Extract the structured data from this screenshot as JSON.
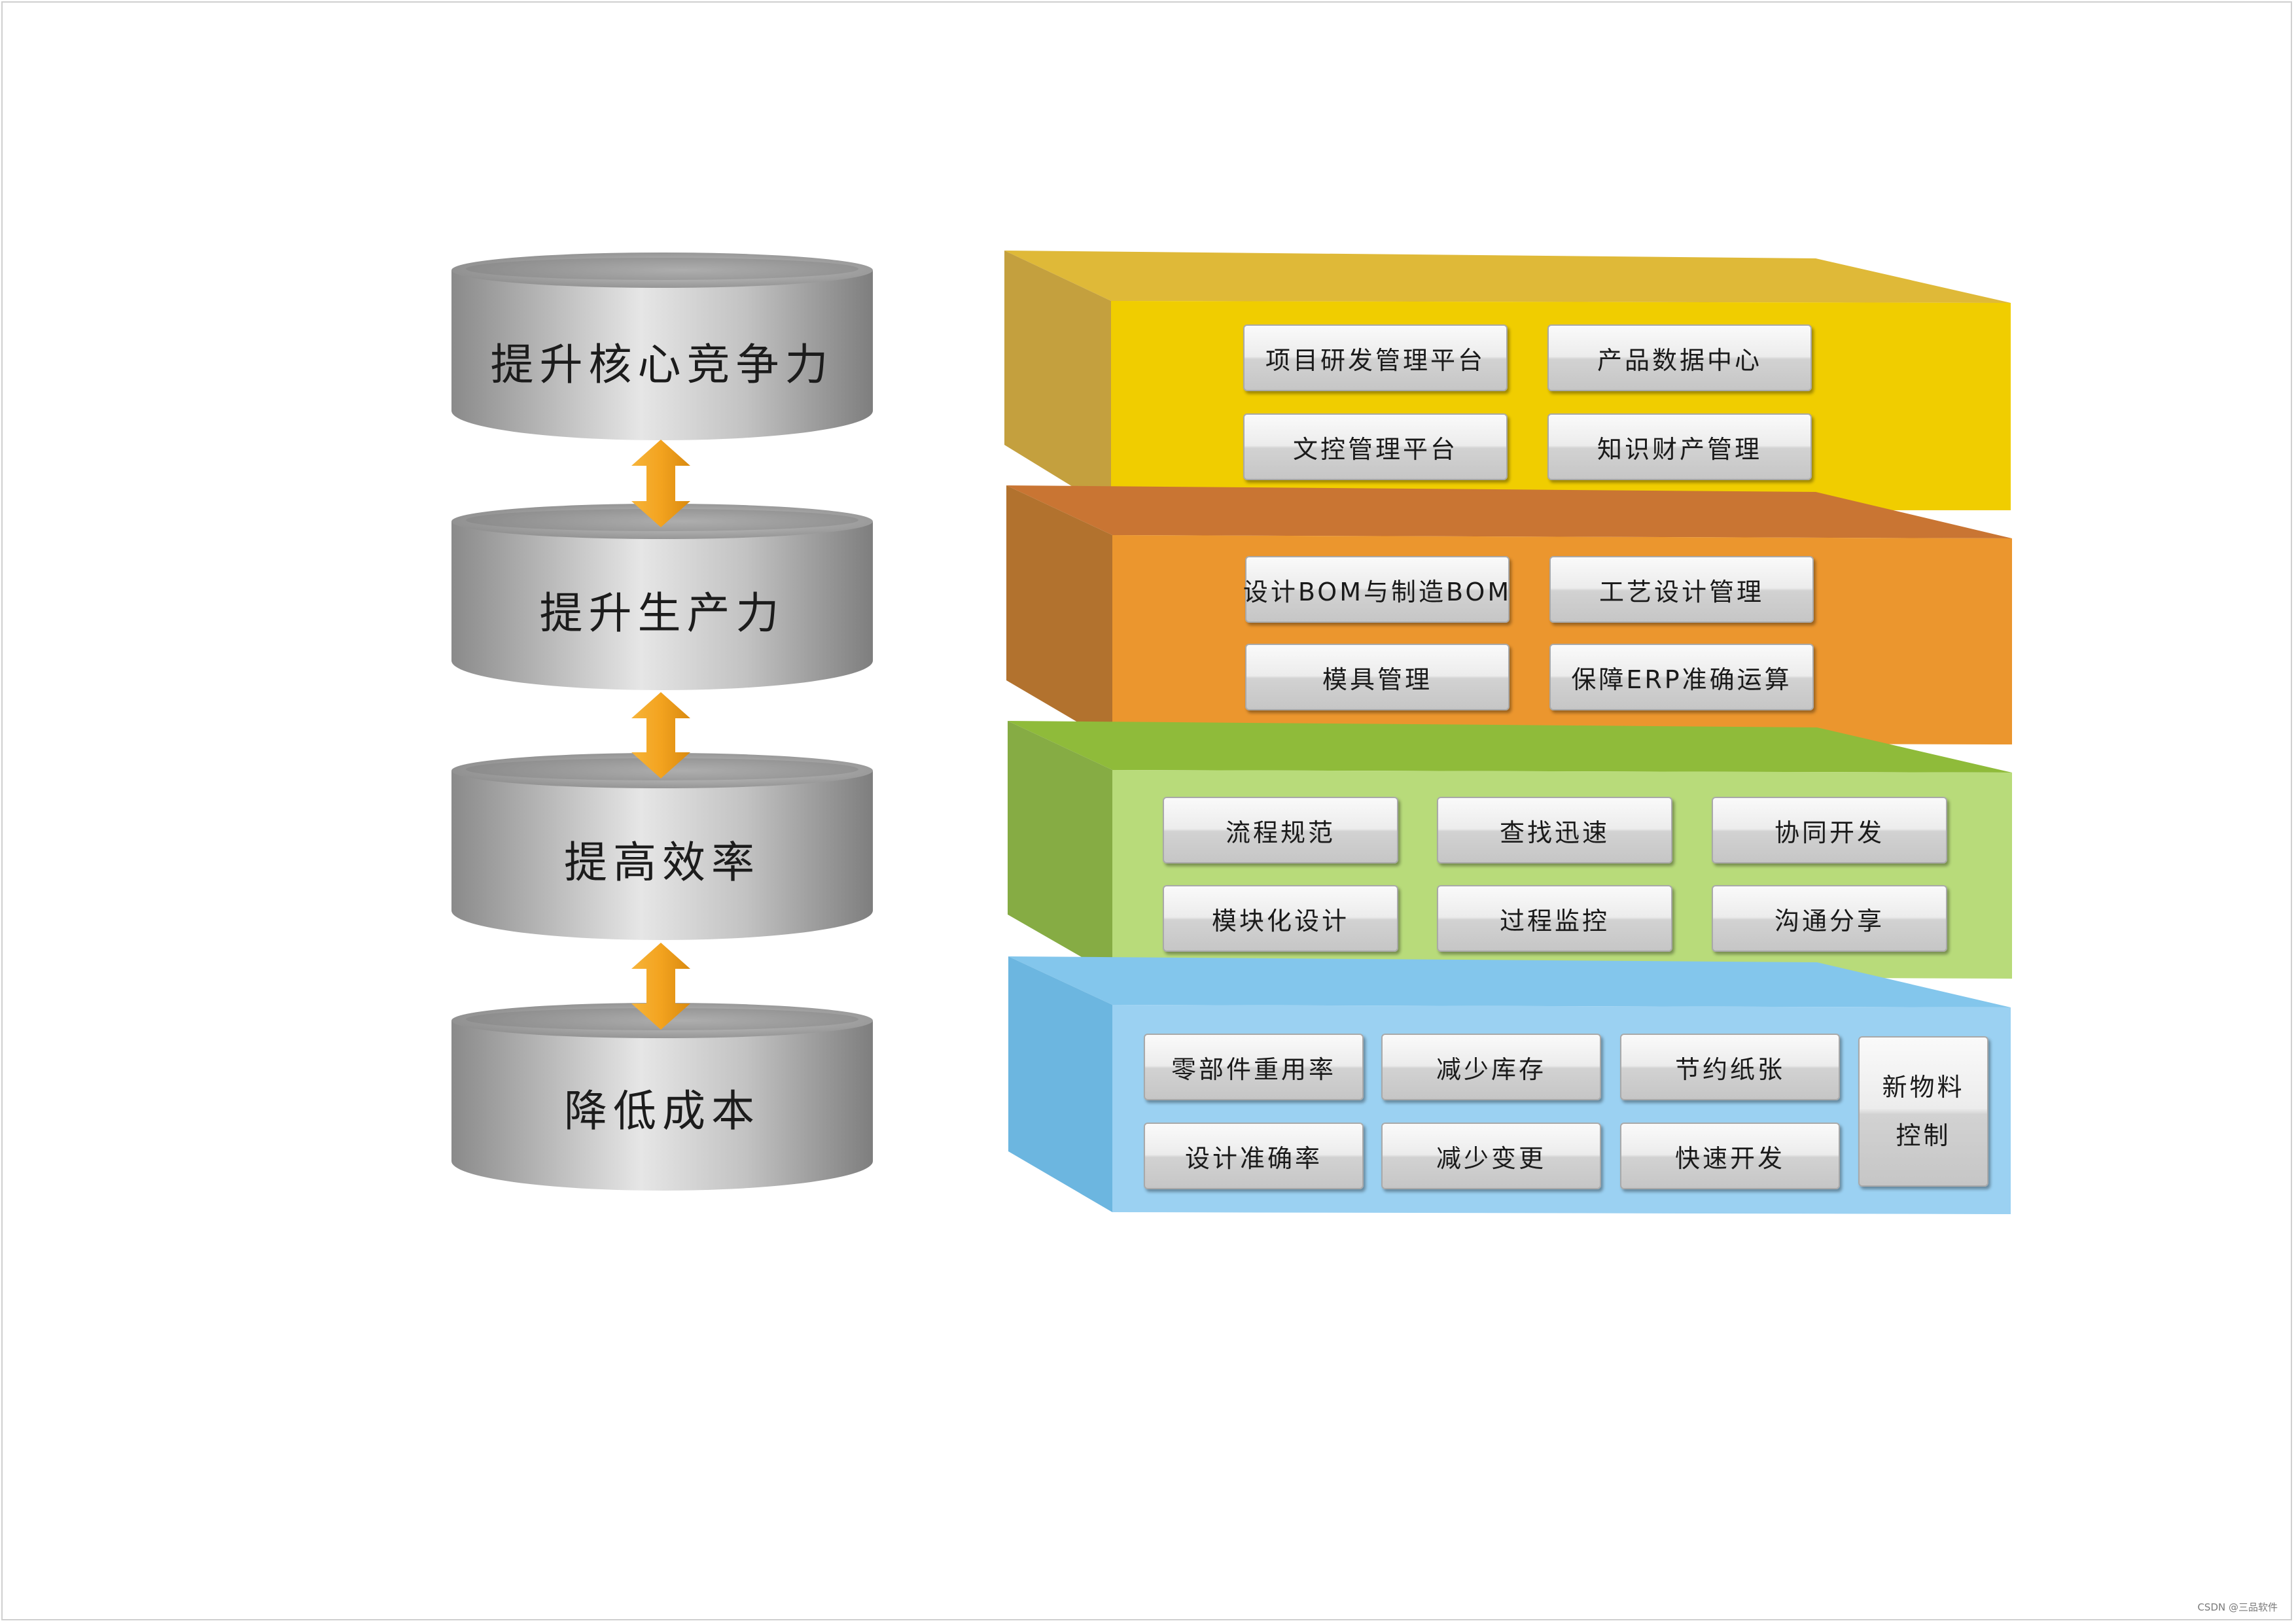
{
  "cylinders": [
    {
      "label": "提升核心竞争力"
    },
    {
      "label": "提升生产力"
    },
    {
      "label": "提高效率"
    },
    {
      "label": "降低成本"
    }
  ],
  "layers": [
    {
      "color_front": "#f0cd00",
      "color_top": "#dfb938",
      "color_side": "#c4a03e",
      "items": [
        {
          "label": "项目研发管理平台"
        },
        {
          "label": "产品数据中心"
        },
        {
          "label": "文控管理平台"
        },
        {
          "label": "知识财产管理"
        }
      ]
    },
    {
      "color_front": "#eb962e",
      "color_top": "#c97533",
      "color_side": "#b2722e",
      "items": [
        {
          "label": "设计BOM与制造BOM"
        },
        {
          "label": "工艺设计管理"
        },
        {
          "label": "模具管理"
        },
        {
          "label": "保障ERP准确运算"
        }
      ]
    },
    {
      "color_front": "#b8db7a",
      "color_top": "#8fbb3a",
      "color_side": "#86ac44",
      "items": [
        {
          "label": "流程规范"
        },
        {
          "label": "查找迅速"
        },
        {
          "label": "协同开发"
        },
        {
          "label": "模块化设计"
        },
        {
          "label": "过程监控"
        },
        {
          "label": "沟通分享"
        }
      ]
    },
    {
      "color_front": "#9bd1f2",
      "color_top": "#83c6ec",
      "color_side": "#6cb6e0",
      "items": [
        {
          "label": "零部件重用率"
        },
        {
          "label": "减少库存"
        },
        {
          "label": "节约纸张"
        },
        {
          "label": "设计准确率"
        },
        {
          "label": "减少变更"
        },
        {
          "label": "快速开发"
        }
      ],
      "tall_item": {
        "line1": "新物料",
        "line2": "控制"
      }
    }
  ],
  "arrow_color": "#f3a31f",
  "footer": "CSDN @三品软件"
}
